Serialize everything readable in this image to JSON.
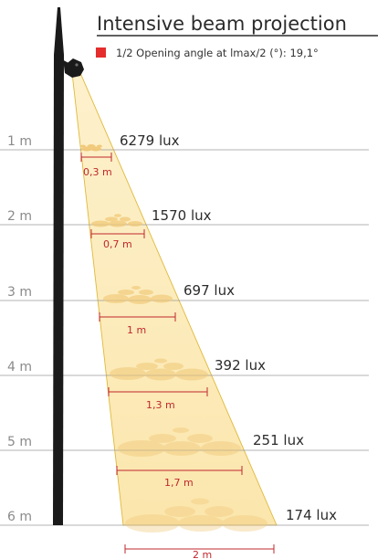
{
  "title": "Intensive beam projection",
  "legend": {
    "label": "1/2 Opening angle at lmax/2 (°): 19,1°",
    "color": "#e52d2d"
  },
  "colors": {
    "pole": "#1a1a1a",
    "beam_fill": "#fbe6a6",
    "beam_edge": "#e0b93a",
    "spot": "#f1c978",
    "line": "#9a9a9a",
    "width_line": "#c0272d"
  },
  "icons": {
    "pole": "lamp-pole-icon",
    "luminaire": "spotlight-head-icon"
  },
  "chart_data": {
    "type": "diagram",
    "levels": [
      {
        "distance": "1 m",
        "lux": "6279 lux",
        "width": "0,3 m"
      },
      {
        "distance": "2 m",
        "lux": "1570 lux",
        "width": "0,7 m"
      },
      {
        "distance": "3 m",
        "lux": "697 lux",
        "width": "1 m"
      },
      {
        "distance": "4 m",
        "lux": "392 lux",
        "width": "1,3 m"
      },
      {
        "distance": "5 m",
        "lux": "251 lux",
        "width": "1,7 m"
      },
      {
        "distance": "6 m",
        "lux": "174 lux",
        "width": "2 m"
      }
    ]
  }
}
